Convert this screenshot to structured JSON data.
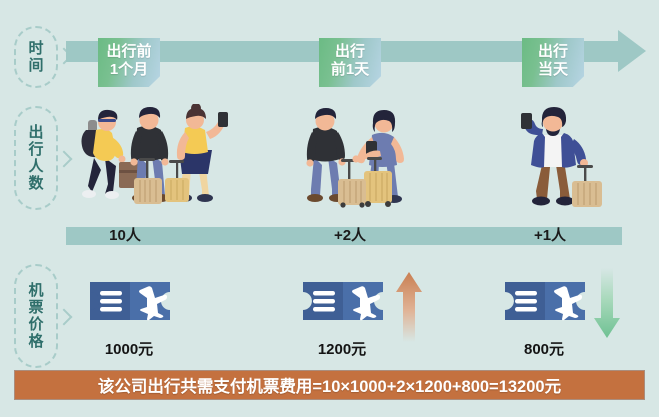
{
  "background_color": "#d7e7e5",
  "row_labels": [
    {
      "name": "time",
      "text": "时间",
      "lines": [
        "时",
        "间"
      ]
    },
    {
      "name": "traveler-count",
      "text": "出行人数",
      "lines": [
        "出",
        "行",
        "人",
        "数"
      ]
    },
    {
      "name": "ticket-price",
      "text": "机票价格",
      "lines": [
        "机",
        "票",
        "价",
        "格"
      ]
    }
  ],
  "timeline": {
    "accent_color": "#9ec8c5",
    "tags": [
      {
        "line1": "出行前",
        "line2": "1个月"
      },
      {
        "line1": "出行",
        "line2": "前1天"
      },
      {
        "line1": "出行",
        "line2": "当天"
      }
    ]
  },
  "people": [
    {
      "stage_index": 0,
      "figures": 3,
      "description": "三位背包拉行李箱的旅客"
    },
    {
      "stage_index": 1,
      "figures": 2,
      "description": "两位拉行李箱的旅客"
    },
    {
      "stage_index": 2,
      "figures": 1,
      "description": "一位拿手机拉行李箱的旅客"
    }
  ],
  "counts": [
    {
      "label": "10人",
      "value": 10
    },
    {
      "label": "+2人",
      "value": 2
    },
    {
      "label": "+1人",
      "value": 1
    }
  ],
  "prices": [
    {
      "label": "1000元",
      "value": 1000,
      "trend": "none",
      "trend_color": ""
    },
    {
      "label": "1200元",
      "value": 1200,
      "trend": "up",
      "trend_color": "#cf8054"
    },
    {
      "label": "800元",
      "value": 800,
      "trend": "down",
      "trend_color": "#7ec79a"
    }
  ],
  "ticket_icon": {
    "name": "airplane-ticket-icon",
    "body_color": "#4a6fa9",
    "stub_color": "#3f5f95",
    "mark_color": "#ffffff"
  },
  "banner": {
    "text": "该公司出行共需支付机票费用=10×1000+2×1200+800=13200元",
    "background_color": "#c4713f",
    "text_color": "#ffffff"
  },
  "chart_data": {
    "type": "table",
    "title": "该公司出行共需支付机票费用=10×1000+2×1200+800=13200元",
    "categories": [
      "出行前1个月",
      "出行前1天",
      "出行当天"
    ],
    "series": [
      {
        "name": "出行人数",
        "values": [
          10,
          2,
          1
        ],
        "unit": "人",
        "labels": [
          "10人",
          "+2人",
          "+1人"
        ]
      },
      {
        "name": "机票价格",
        "values": [
          1000,
          1200,
          800
        ],
        "unit": "元",
        "labels": [
          "1000元",
          "1200元",
          "800元"
        ]
      }
    ],
    "total": 13200,
    "total_unit": "元",
    "formula": "10×1000+2×1200+800=13200"
  }
}
